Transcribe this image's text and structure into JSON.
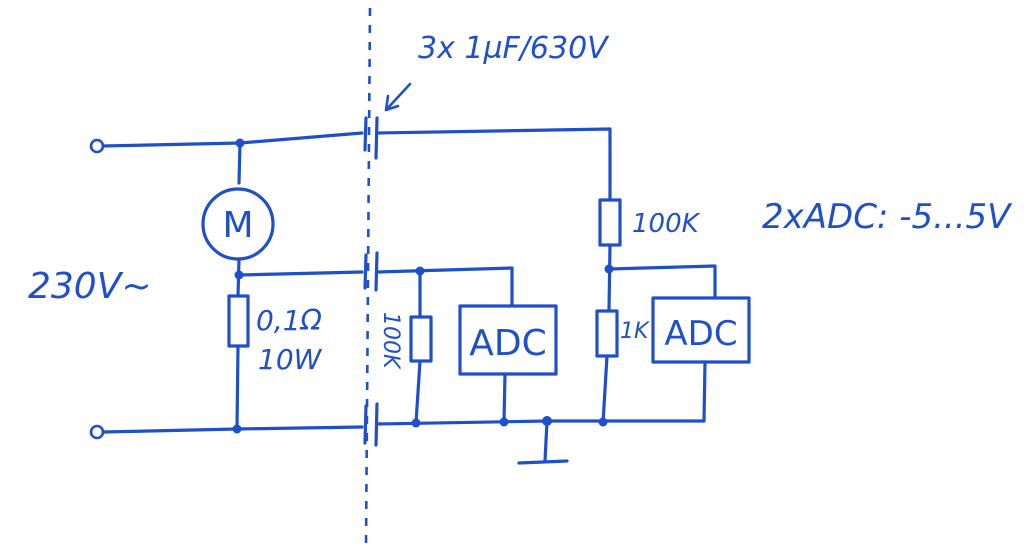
{
  "diagram": {
    "capacitor_note": "3x 1µF/630V",
    "mains_label": "230V~",
    "motor_label": "M",
    "shunt_value": "0,1Ω",
    "shunt_power": "10W",
    "divider1_resistor": "100K",
    "divider2_top_resistor": "100K",
    "divider2_bottom_resistor": "1K",
    "adc1_label": "ADC",
    "adc2_label": "ADC",
    "adc_note": "2xADC: -5...5V",
    "ink_color": "#1f4fc9"
  }
}
